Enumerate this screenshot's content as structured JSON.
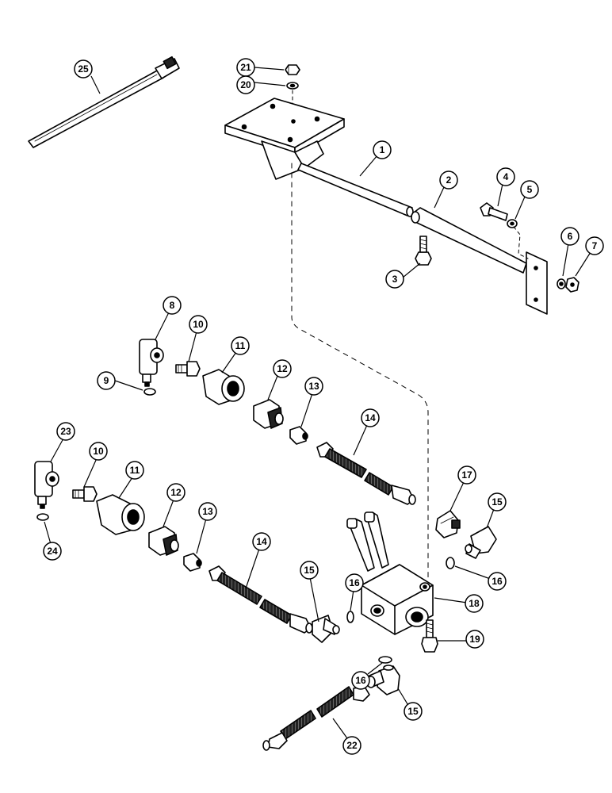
{
  "diagram": {
    "callouts": [
      {
        "id": "c25",
        "label": "25"
      },
      {
        "id": "c21",
        "label": "21"
      },
      {
        "id": "c20",
        "label": "20"
      },
      {
        "id": "c1",
        "label": "1"
      },
      {
        "id": "c2",
        "label": "2"
      },
      {
        "id": "c4",
        "label": "4"
      },
      {
        "id": "c5",
        "label": "5"
      },
      {
        "id": "c6",
        "label": "6"
      },
      {
        "id": "c7",
        "label": "7"
      },
      {
        "id": "c3",
        "label": "3"
      },
      {
        "id": "c8",
        "label": "8"
      },
      {
        "id": "c10a",
        "label": "10"
      },
      {
        "id": "c11a",
        "label": "11"
      },
      {
        "id": "c9",
        "label": "9"
      },
      {
        "id": "c12a",
        "label": "12"
      },
      {
        "id": "c13a",
        "label": "13"
      },
      {
        "id": "c14a",
        "label": "14"
      },
      {
        "id": "c23",
        "label": "23"
      },
      {
        "id": "c10b",
        "label": "10"
      },
      {
        "id": "c11b",
        "label": "11"
      },
      {
        "id": "c17",
        "label": "17"
      },
      {
        "id": "c15a",
        "label": "15"
      },
      {
        "id": "c12b",
        "label": "12"
      },
      {
        "id": "c24",
        "label": "24"
      },
      {
        "id": "c13b",
        "label": "13"
      },
      {
        "id": "c14b",
        "label": "14"
      },
      {
        "id": "c16a",
        "label": "16"
      },
      {
        "id": "c15b",
        "label": "15"
      },
      {
        "id": "c16b",
        "label": "16"
      },
      {
        "id": "c18",
        "label": "18"
      },
      {
        "id": "c19",
        "label": "19"
      },
      {
        "id": "c16c",
        "label": "16"
      },
      {
        "id": "c15c",
        "label": "15"
      },
      {
        "id": "c22",
        "label": "22"
      }
    ]
  }
}
